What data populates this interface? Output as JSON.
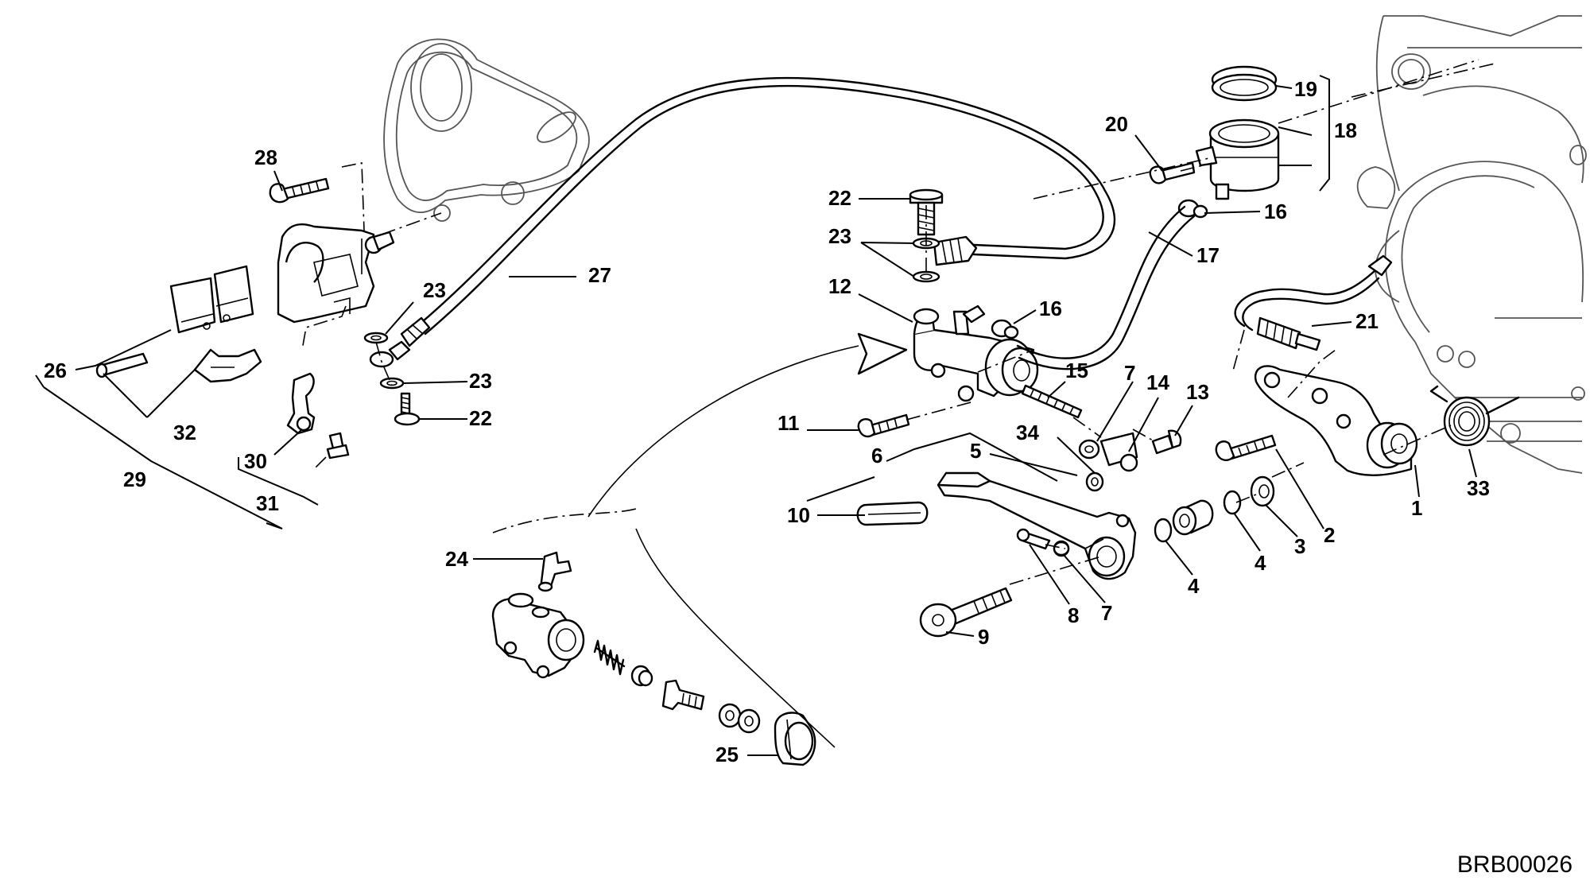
{
  "reference_code": "BRB00026",
  "callouts": {
    "c1": "1",
    "c2": "2",
    "c3": "3",
    "c4a": "4",
    "c4b": "4",
    "c5": "5",
    "c6": "6",
    "c7a": "7",
    "c7b": "7",
    "c8": "8",
    "c9": "9",
    "c10": "10",
    "c11": "11",
    "c12": "12",
    "c13": "13",
    "c14": "14",
    "c15": "15",
    "c16a": "16",
    "c16b": "16",
    "c17": "17",
    "c18": "18",
    "c19": "19",
    "c20": "20",
    "c21": "21",
    "c22a": "22",
    "c22b": "22",
    "c23a": "23",
    "c23b": "23",
    "c23c": "23",
    "c24": "24",
    "c25": "25",
    "c26": "26",
    "c27": "27",
    "c28": "28",
    "c29": "29",
    "c30": "30",
    "c31": "31",
    "c32": "32",
    "c33": "33",
    "c34": "34"
  }
}
